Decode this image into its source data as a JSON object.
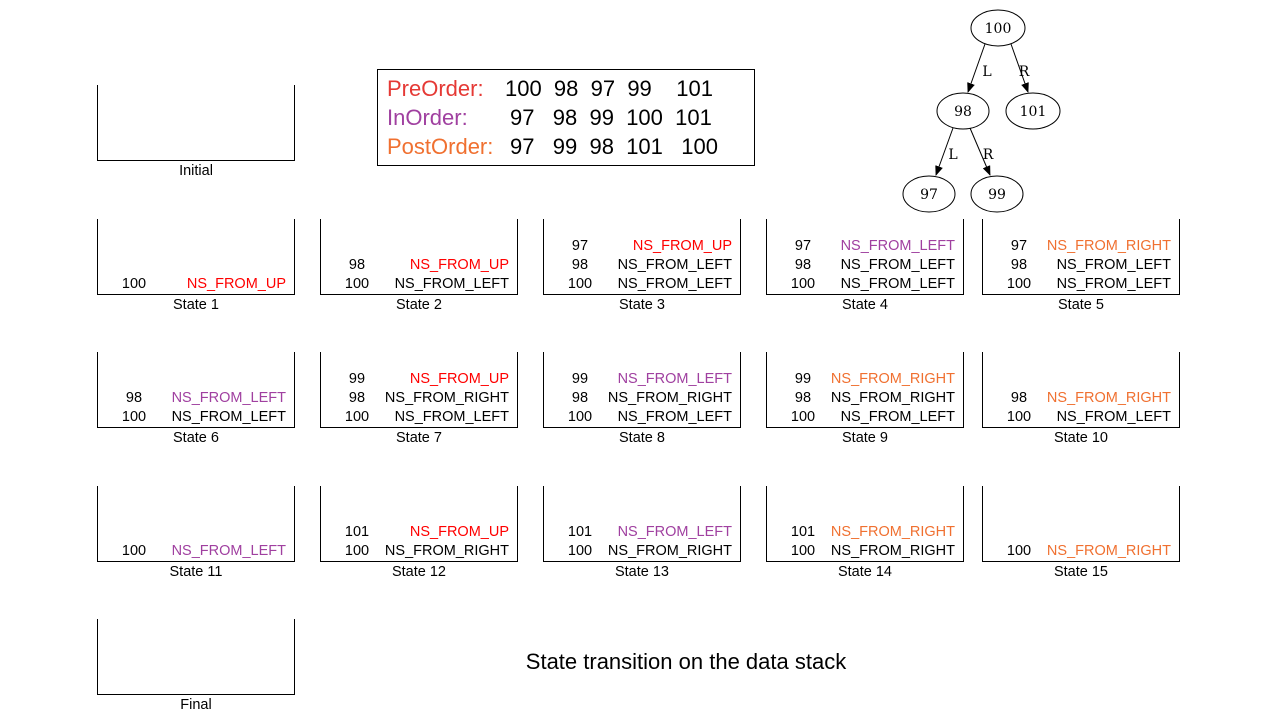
{
  "colors": {
    "NS_FROM_UP": "#ff0000",
    "NS_FROM_LEFT": "#a040a0",
    "NS_FROM_RIGHT": "#f07030",
    "text": "#000000"
  },
  "traversals": [
    {
      "label": "PreOrder:",
      "numbers": "100  98  97  99    101",
      "color": "#e53935"
    },
    {
      "label": "InOrder:",
      "numbers": "97   98  99  100  101",
      "color": "#a040a0"
    },
    {
      "label": "PostOrder:",
      "numbers": "97   99  98  101   100",
      "color": "#f07030"
    }
  ],
  "tree": {
    "nodes": [
      {
        "id": "n100",
        "label": "100"
      },
      {
        "id": "n98",
        "label": "98"
      },
      {
        "id": "n101",
        "label": "101"
      },
      {
        "id": "n97",
        "label": "97"
      },
      {
        "id": "n99",
        "label": "99"
      }
    ],
    "edges": [
      {
        "from": "n100",
        "to": "n98",
        "label": "L"
      },
      {
        "from": "n100",
        "to": "n101",
        "label": "R"
      },
      {
        "from": "n98",
        "to": "n97",
        "label": "L"
      },
      {
        "from": "n98",
        "to": "n99",
        "label": "R"
      }
    ]
  },
  "states": [
    {
      "name": "Initial",
      "entries": []
    },
    {
      "name": "State 1",
      "entries": [
        {
          "value": "100",
          "state": "NS_FROM_UP"
        }
      ]
    },
    {
      "name": "State 2",
      "entries": [
        {
          "value": "100",
          "state": "NS_FROM_LEFT"
        },
        {
          "value": "98",
          "state": "NS_FROM_UP"
        }
      ]
    },
    {
      "name": "State 3",
      "entries": [
        {
          "value": "100",
          "state": "NS_FROM_LEFT"
        },
        {
          "value": "98",
          "state": "NS_FROM_LEFT"
        },
        {
          "value": "97",
          "state": "NS_FROM_UP"
        }
      ]
    },
    {
      "name": "State 4",
      "entries": [
        {
          "value": "100",
          "state": "NS_FROM_LEFT"
        },
        {
          "value": "98",
          "state": "NS_FROM_LEFT"
        },
        {
          "value": "97",
          "state": "NS_FROM_LEFT"
        }
      ]
    },
    {
      "name": "State 5",
      "entries": [
        {
          "value": "100",
          "state": "NS_FROM_LEFT"
        },
        {
          "value": "98",
          "state": "NS_FROM_LEFT"
        },
        {
          "value": "97",
          "state": "NS_FROM_RIGHT"
        }
      ]
    },
    {
      "name": "State 6",
      "entries": [
        {
          "value": "100",
          "state": "NS_FROM_LEFT"
        },
        {
          "value": "98",
          "state": "NS_FROM_LEFT"
        }
      ]
    },
    {
      "name": "State 7",
      "entries": [
        {
          "value": "100",
          "state": "NS_FROM_LEFT"
        },
        {
          "value": "98",
          "state": "NS_FROM_RIGHT"
        },
        {
          "value": "99",
          "state": "NS_FROM_UP"
        }
      ]
    },
    {
      "name": "State 8",
      "entries": [
        {
          "value": "100",
          "state": "NS_FROM_LEFT"
        },
        {
          "value": "98",
          "state": "NS_FROM_RIGHT"
        },
        {
          "value": "99",
          "state": "NS_FROM_LEFT"
        }
      ]
    },
    {
      "name": "State 9",
      "entries": [
        {
          "value": "100",
          "state": "NS_FROM_LEFT"
        },
        {
          "value": "98",
          "state": "NS_FROM_RIGHT"
        },
        {
          "value": "99",
          "state": "NS_FROM_RIGHT"
        }
      ]
    },
    {
      "name": "State 10",
      "entries": [
        {
          "value": "100",
          "state": "NS_FROM_LEFT"
        },
        {
          "value": "98",
          "state": "NS_FROM_RIGHT"
        }
      ]
    },
    {
      "name": "State 11",
      "entries": [
        {
          "value": "100",
          "state": "NS_FROM_LEFT"
        }
      ]
    },
    {
      "name": "State 12",
      "entries": [
        {
          "value": "100",
          "state": "NS_FROM_RIGHT"
        },
        {
          "value": "101",
          "state": "NS_FROM_UP"
        }
      ]
    },
    {
      "name": "State 13",
      "entries": [
        {
          "value": "100",
          "state": "NS_FROM_RIGHT"
        },
        {
          "value": "101",
          "state": "NS_FROM_LEFT"
        }
      ]
    },
    {
      "name": "State 14",
      "entries": [
        {
          "value": "100",
          "state": "NS_FROM_RIGHT"
        },
        {
          "value": "101",
          "state": "NS_FROM_RIGHT"
        }
      ]
    },
    {
      "name": "State 15",
      "entries": [
        {
          "value": "100",
          "state": "NS_FROM_RIGHT"
        }
      ]
    },
    {
      "name": "Final",
      "entries": []
    }
  ],
  "title": "State transition on the data stack"
}
